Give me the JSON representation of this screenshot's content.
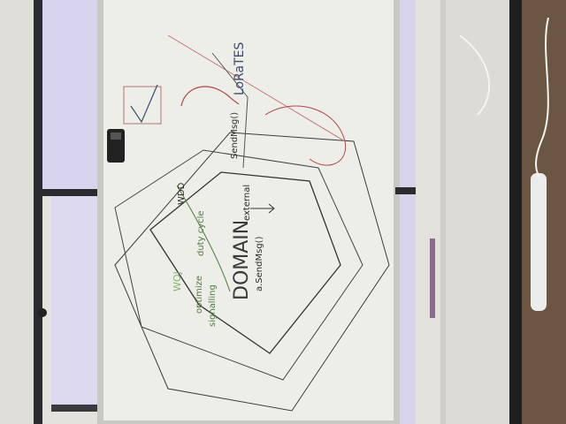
{
  "photo": {
    "colors": {
      "wall": "#e4e2dd",
      "window_glow": "#d8d4ee",
      "frame": "#2c2c30",
      "board": "#eeeee9",
      "board_frame": "#c9c9c4",
      "eraser": "#222222",
      "blinds": "#dcdbd6",
      "floor": "#6a5642",
      "ink_green": "#4e7a3a",
      "ink_blue": "#3c4b6e",
      "ink_red": "#b7474a",
      "ink_black": "#2a2a2a",
      "ink_light_green": "#7fb56e"
    },
    "board_words": {
      "domain": "DOMAIN",
      "lorates": "LoRaTES",
      "optimize": "optimize",
      "duty_cycle": "duty cycle",
      "signalling": "signalling",
      "send_msg_top": "SendMsg()",
      "send_msg_bottom": "a.SendMsg()",
      "external": "external",
      "wdd": "WDD",
      "woj": "WOJ"
    }
  }
}
